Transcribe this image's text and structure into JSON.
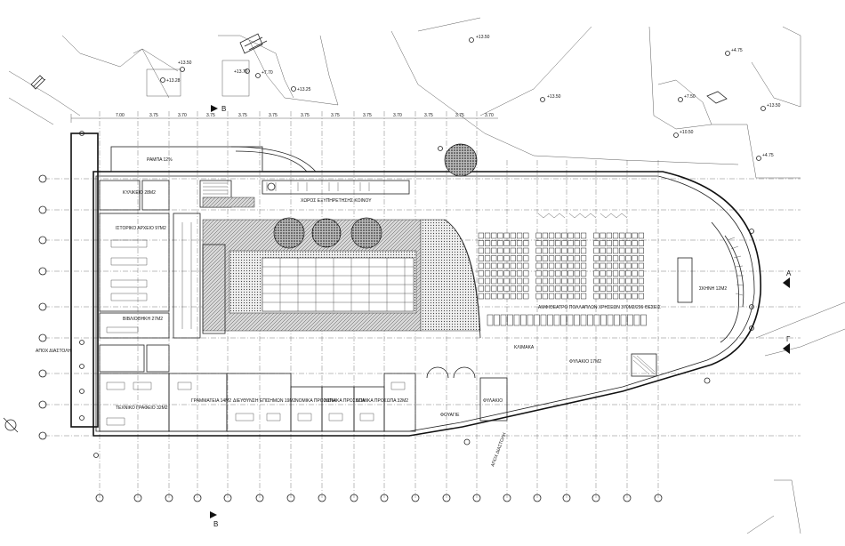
{
  "section_markers": [
    "B",
    "B",
    "A",
    "Γ"
  ],
  "elevations_top": [
    "+13.50",
    "+13.50",
    "+13.70",
    "+7.70",
    "+13.25",
    "+13.28",
    "+4.75",
    "+7.50",
    "+13.50",
    "+13.50",
    "+10.50",
    "+4.75"
  ],
  "rooms": {
    "corridor_top": "ΧΩΡΟΣ ΕΞΥΠΗΡΕΤΗΣΗΣ ΚΟΙΝΟΥ",
    "ramp": "ΡΑΜΠΑ 12%",
    "kiosk": "ΚΥΛΙΚΕΙΟ 28Μ2",
    "history_archive": "ΙΣΤΟΡΙΚΟ ΑΡΧΕΙΟ 97Μ2",
    "library": "ΒΙΒΛΙΟΘΗΚΗ 27Μ2",
    "auditorium": "ΑΜΦΙΘΕΑΤΡΟ ΠΟΛΛΑΠΛΩΝ ΧΡΗΣΕΩΝ 370Μ2/296 ΘΕΣΕΙΣ",
    "stage": "ΣΚΗΝΗ 12Μ2",
    "admin": "ΤΕΧΝΙΚΟ ΓΡΑΦΕΙΟ 32Μ2",
    "secretariat": "ΓΡΑΜΜΑΤΕΙΑ 14Μ2",
    "director": "ΔΙΕΥΘΥΝΣΗ ΕΠΙΣΗΜΩΝ 19Μ2",
    "legal1": "ΝΟΜΙΚΑ ΠΡΟΣΩΠΑ",
    "legal2": "ΝΟΜΙΚΑ ΠΡΟΣΩΠΑ",
    "legal3": "ΝΟΜΙΚΑ ΠΡΟΣΩΠΑ 32Μ2",
    "foyer": "ΦΟΥΑΓΙΕ",
    "security": "ΦΥΛΑΚΙΟ",
    "emergency": "ΦΥΛΑΚΙΟ 17Μ2",
    "stair_label": "ΚΛΙΜΑΚΑ",
    "exit_left": "ΑΠΟΧ ΔΙΑΣΤΟΛΗ",
    "exit_bottom": "ΑΠΟΧ ΔΙΑΣΤΟΛΗ"
  },
  "dims_top": [
    "7.00",
    "3.75",
    "3.70",
    "3.75",
    "3.75",
    "3.75",
    "3.75",
    "3.75",
    "3.75",
    "3.70",
    "3.75",
    "3.75",
    "3.70"
  ]
}
